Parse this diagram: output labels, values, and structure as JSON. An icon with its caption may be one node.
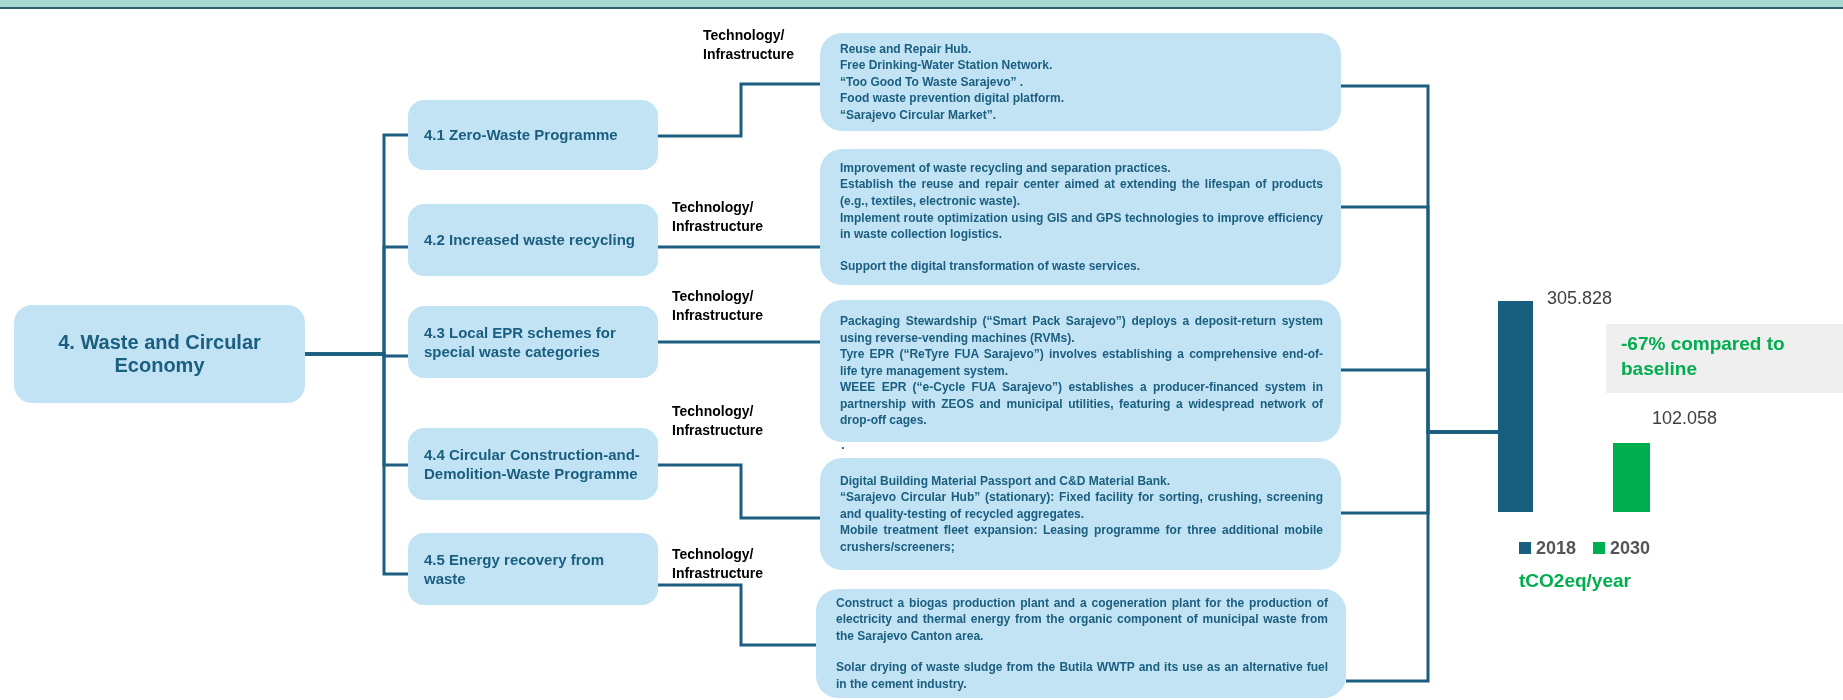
{
  "diagram": {
    "nodes": [
      {
        "text": [
          "4. Waste and Circular Economy"
        ]
      },
      {
        "text": [
          "4.1 Zero-Waste Programme"
        ]
      },
      {
        "text": [
          "4.2 Increased waste recycling"
        ]
      },
      {
        "text": [
          "4.3 Local EPR schemes for special waste categories"
        ]
      },
      {
        "text": [
          "4.4 Circular Construction-and-Demolition-Waste Programme"
        ]
      },
      {
        "text": [
          "4.5 Energy recovery from waste"
        ]
      },
      {
        "text": [
          "Reuse and Repair Hub.",
          "Free Drinking-Water Station Network.",
          "“Too Good To Waste Sarajevo” .",
          "Food waste prevention digital platform.",
          "“Sarajevo Circular Market”."
        ]
      },
      {
        "text": [
          "Improvement of waste recycling and separation practices.",
          "Establish the reuse and repair center aimed at extending the lifespan of products (e.g., textiles, electronic waste).",
          "Implement route optimization using GIS and GPS technologies to improve efficiency in waste collection logistics.",
          "Support the digital transformation of waste services."
        ]
      },
      {
        "text": [
          "Packaging Stewardship (“Smart Pack Sarajevo”) deploys a deposit-return system using reverse-vending machines (RVMs).",
          "Tyre EPR (“ReTyre FUA Sarajevo”) involves establishing a comprehensive end-of-life tyre management system.",
          "WEEE EPR (“e-Cycle FUA Sarajevo”) establishes a producer-financed system in partnership with ZEOS and municipal utilities, featuring a widespread network of drop-off cages."
        ]
      },
      {
        "text": [
          "Digital Building Material Passport and C&D Material Bank.",
          "“Sarajevo Circular Hub” (stationary): Fixed facility for sorting, crushing, screening and quality-testing of recycled aggregates.",
          "Mobile treatment fleet expansion: Leasing programme for three additional mobile crushers/screeners;"
        ]
      },
      {
        "text": [
          "Construct a biogas production plant and a cogeneration plant for the production of electricity and thermal energy from the organic component of municipal waste from the Sarajevo Canton area.",
          "Solar drying of waste sludge from the Butila WWTP and its use as an alternative fuel in the cement industry."
        ]
      },
      {
        "text": [],
        "shape": "bar",
        "beside": [
          "305.828"
        ]
      },
      {
        "text": [],
        "shape": "bar",
        "beside": [
          "102.058"
        ]
      }
    ],
    "edges": [
      {
        "from": 0,
        "to": 1,
        "arrow": "none"
      },
      {
        "from": 0,
        "to": 2,
        "arrow": "none"
      },
      {
        "from": 0,
        "to": 3,
        "arrow": "none"
      },
      {
        "from": 0,
        "to": 4,
        "arrow": "none"
      },
      {
        "from": 0,
        "to": 5,
        "arrow": "none"
      },
      {
        "from": 1,
        "to": 6,
        "arrow": "none",
        "label": "Technology/ Infrastructure"
      },
      {
        "from": 2,
        "to": 7,
        "arrow": "none",
        "label": "Technology/ Infrastructure"
      },
      {
        "from": 3,
        "to": 8,
        "arrow": "none",
        "label": "Technology/ Infrastructure"
      },
      {
        "from": 4,
        "to": 9,
        "arrow": "none",
        "label": "Technology/ Infrastructure"
      },
      {
        "from": 5,
        "to": 10,
        "arrow": "none",
        "label": "Technology/ Infrastructure"
      },
      {
        "from": 6,
        "to": 11,
        "arrow": "none"
      },
      {
        "from": 7,
        "to": 11,
        "arrow": "none"
      },
      {
        "from": 8,
        "to": 11,
        "arrow": "none"
      },
      {
        "from": 9,
        "to": 11,
        "arrow": "none"
      },
      {
        "from": 10,
        "to": 11,
        "arrow": "none"
      }
    ],
    "labels": [
      ".",
      "-67% compared to baseline",
      "tCO2eq/year"
    ],
    "legend": [
      {
        "text": "2018",
        "color": "#175e7f"
      },
      {
        "text": "2030",
        "color": "#00ae4f"
      }
    ]
  }
}
